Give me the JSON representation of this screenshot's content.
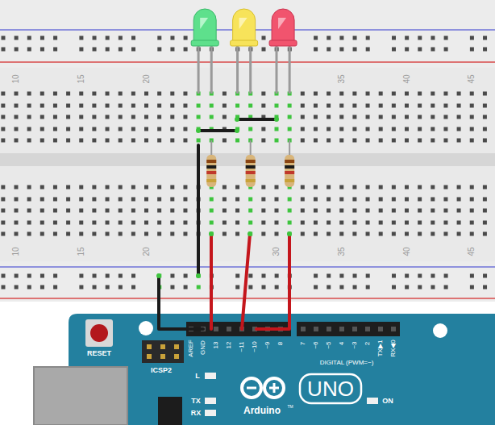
{
  "diagram": {
    "labels": [
      "10",
      "15",
      "20",
      "35",
      "40",
      "45",
      "10",
      "15",
      "20",
      "30",
      "35",
      "40",
      "45",
      "RESET",
      "ICSP2",
      "AREF",
      "GND",
      "13",
      "12",
      "~11",
      "~10",
      "~9",
      "8",
      "7",
      "~6",
      "~5",
      "4",
      "~3",
      "2",
      "TX▶1",
      "RX◀0",
      "DIGITAL (PWM=~)",
      "L",
      "TX",
      "RX",
      "UNO",
      "ON",
      "Arduino",
      "TM"
    ]
  }
}
